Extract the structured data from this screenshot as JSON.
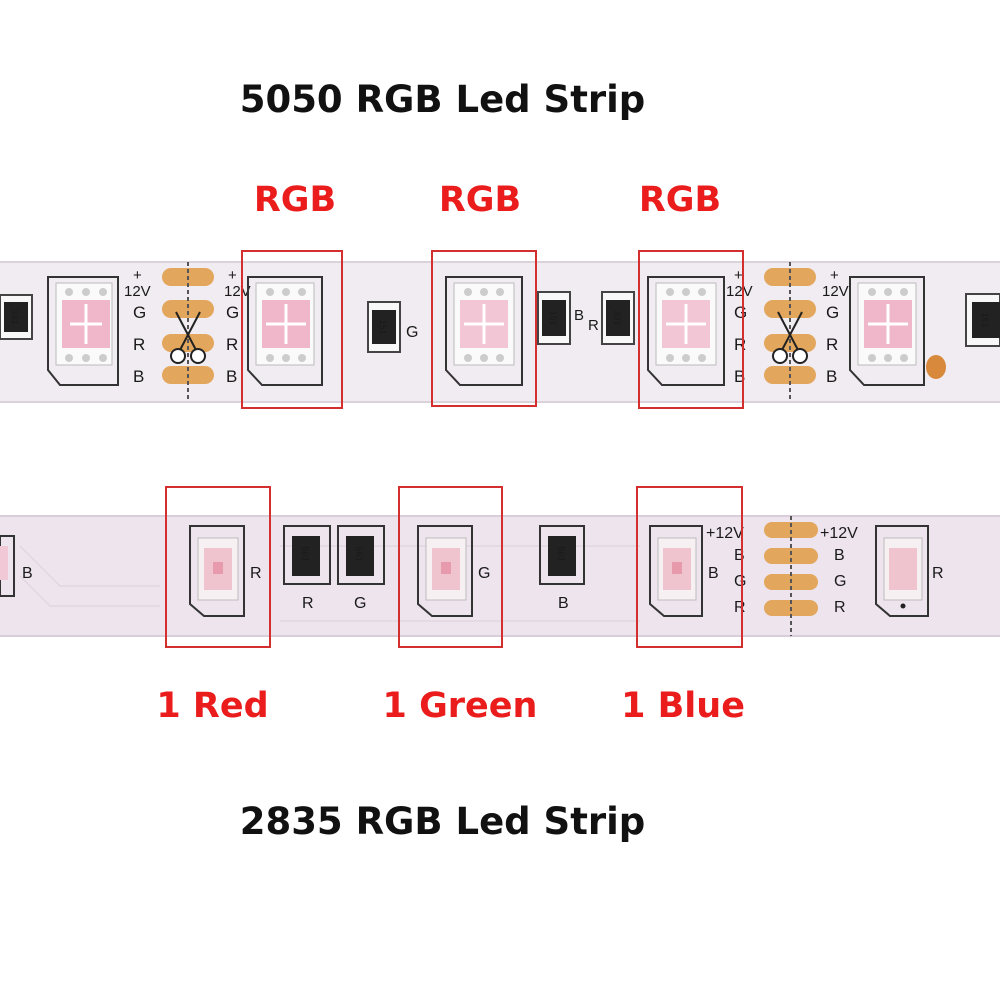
{
  "top_strip": {
    "title": "5050 RGB Led Strip",
    "highlight_labels": [
      "RGB",
      "RGB",
      "RGB"
    ],
    "markings": {
      "plus": "+",
      "v12": "12V",
      "g": "G",
      "r": "R",
      "b": "B",
      "resistor_331": "331",
      "resistor_151": "151"
    }
  },
  "bottom_strip": {
    "title": "2835 RGB Led Strip",
    "highlight_labels": [
      "1 Red",
      "1 Green",
      "1 Blue"
    ],
    "markings": {
      "v12": "+12V",
      "r": "R",
      "g": "G",
      "b": "B",
      "resistor_561": "561"
    }
  },
  "colors": {
    "highlight_box": "#d32f2f",
    "label_red": "#ea1c1c",
    "strip_5050": "#f1ecf1",
    "strip_2835": "#ede4ed",
    "pad_copper": "#e2a65c",
    "led_pink": "#efb7c9"
  }
}
